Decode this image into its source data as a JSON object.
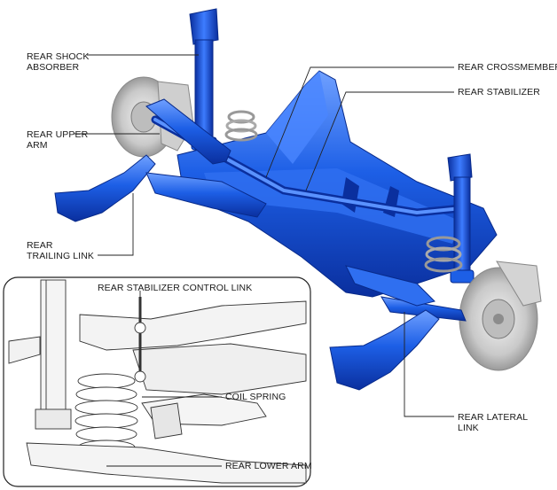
{
  "labels": {
    "shock_absorber": {
      "line1": "REAR SHOCK",
      "line2": "ABSORBER"
    },
    "upper_arm": {
      "line1": "REAR UPPER",
      "line2": "ARM"
    },
    "trailing_link": {
      "line1": "REAR",
      "line2": "TRAILING LINK"
    },
    "crossmember": "REAR CROSSMEMBER",
    "stabilizer": "REAR STABILIZER",
    "lateral_link": {
      "line1": "REAR LATERAL",
      "line2": "LINK"
    },
    "stabilizer_control_link": "REAR STABILIZER CONTROL LINK",
    "coil_spring": "COIL SPRING",
    "lower_arm": "REAR LOWER ARM"
  },
  "colors": {
    "part_fill": "#1d5fe6",
    "part_dark": "#0a2f9e",
    "part_light": "#6fa0ff",
    "metal": "#d8d8d8",
    "leader": "#222222"
  }
}
